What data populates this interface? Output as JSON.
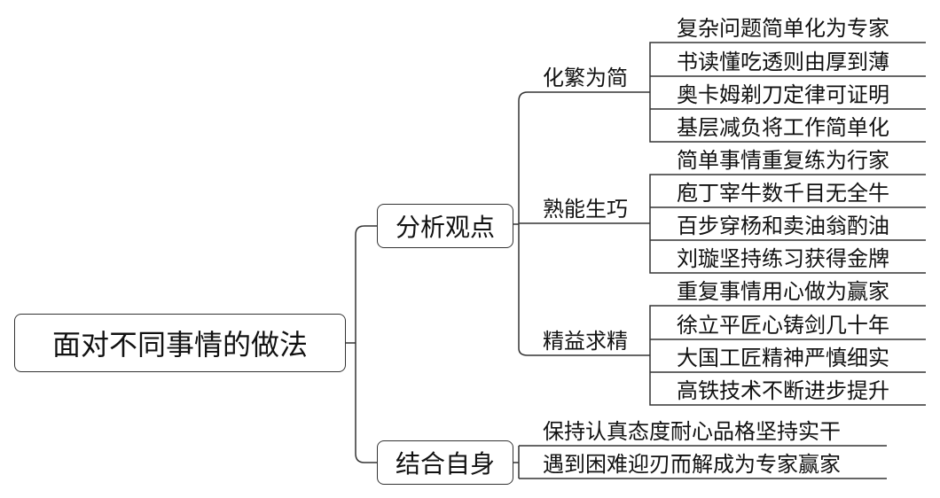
{
  "root": {
    "label": "面对不同事情的做法"
  },
  "branches": [
    {
      "label": "分析观点",
      "subtopics": [
        {
          "label": "化繁为简",
          "points": [
            "复杂问题简单化为专家",
            "书读懂吃透则由厚到薄",
            "奥卡姆剃刀定律可证明",
            "基层减负将工作简单化"
          ]
        },
        {
          "label": "熟能生巧",
          "points": [
            "简单事情重复练为行家",
            "庖丁宰牛数千目无全牛",
            "百步穿杨和卖油翁酌油",
            "刘璇坚持练习获得金牌"
          ]
        },
        {
          "label": "精益求精",
          "points": [
            "重复事情用心做为赢家",
            "徐立平匠心铸剑几十年",
            "大国工匠精神严慎细实",
            "高铁技术不断进步提升"
          ]
        }
      ]
    },
    {
      "label": "结合自身",
      "points": [
        "保持认真态度耐心品格坚持实干",
        "遇到困难迎刃而解成为专家赢家"
      ]
    }
  ]
}
